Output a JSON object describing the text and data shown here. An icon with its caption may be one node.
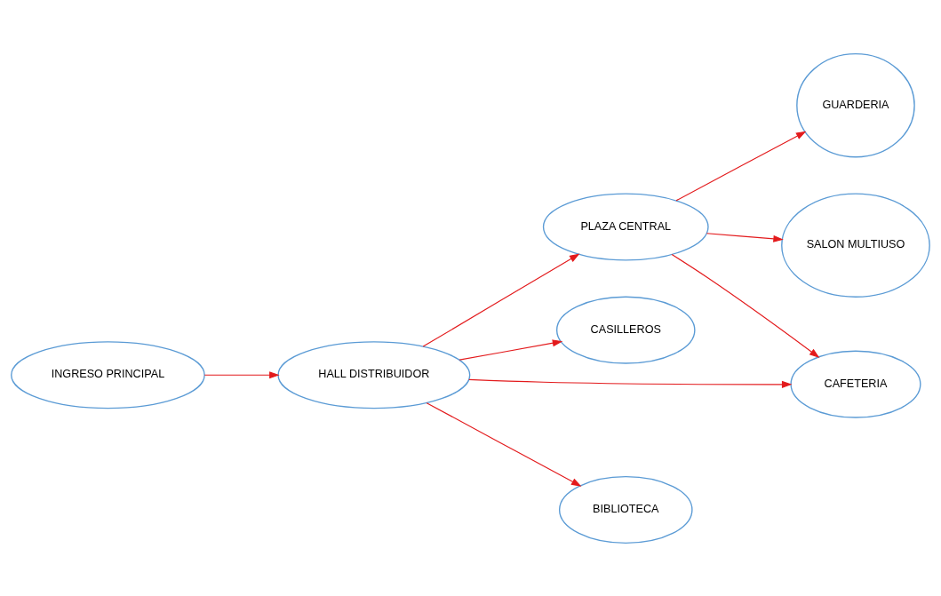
{
  "diagram": {
    "nodes": [
      {
        "text": [
          "GUARDERIA"
        ]
      },
      {
        "text": [
          "PLAZA CENTRAL"
        ]
      },
      {
        "text": [
          "CASILLEROS"
        ]
      },
      {
        "text": [
          "CAFETERIA"
        ]
      },
      {
        "text": [
          "SALON MULTIUSO"
        ]
      },
      {
        "text": [
          "HALL DISTRIBUIDOR"
        ]
      },
      {
        "text": [
          "BIBLIOTECA"
        ]
      },
      {
        "text": [
          "INGRESO PRINCIPAL"
        ]
      }
    ],
    "edges": [
      {
        "from": 7,
        "to": 5,
        "arrow": "to"
      },
      {
        "from": 5,
        "to": 2,
        "arrow": "to"
      },
      {
        "from": 5,
        "to": 1,
        "arrow": "to"
      },
      {
        "from": 5,
        "to": 3,
        "arrow": "to"
      },
      {
        "from": 5,
        "to": 6,
        "arrow": "to"
      },
      {
        "from": 1,
        "to": 0,
        "arrow": "to"
      },
      {
        "from": 1,
        "to": 3,
        "arrow": "to"
      },
      {
        "from": 1,
        "to": 4,
        "arrow": "to"
      }
    ]
  }
}
